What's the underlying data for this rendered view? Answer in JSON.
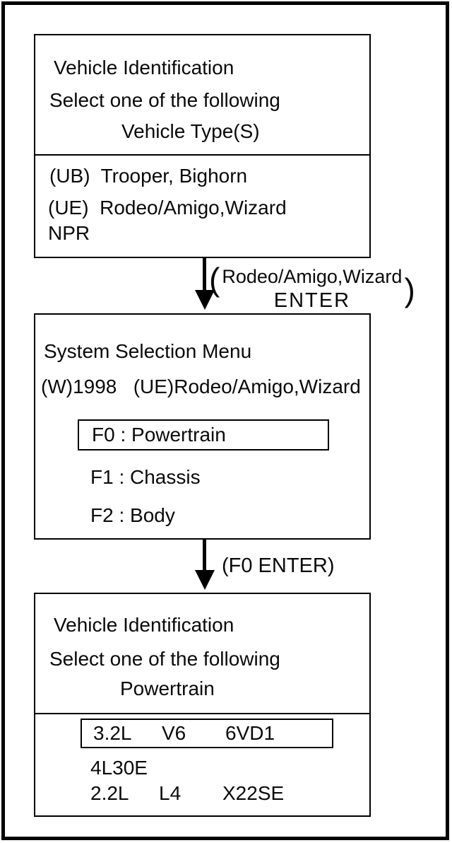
{
  "diagram": {
    "box1": {
      "title": "Vehicle Identification",
      "subtitle": "Select one of the following",
      "heading": "Vehicle Type(S)",
      "item1": "(UB)  Trooper, Bighorn",
      "item2": "(UE)  Rodeo/Amigo,Wizard",
      "item3": "NPR"
    },
    "arrow1": {
      "open_paren": "(",
      "line1": "Rodeo/Amigo,Wizard",
      "line2": "ENTER",
      "close_paren": ")"
    },
    "box2": {
      "title": "System Selection Menu",
      "subtitle": "(W)1998   (UE)Rodeo/Amigo,Wizard",
      "selected_item": "F0 : Powertrain",
      "item1": "F1 : Chassis",
      "item2": "F2 : Body"
    },
    "arrow2": {
      "label": "(F0 ENTER)"
    },
    "box3": {
      "title": "Vehicle Identification",
      "subtitle": "Select one of the following",
      "heading": "Powertrain",
      "selected_row": {
        "col1": "3.2L",
        "col2": "V6",
        "col3": "6VD1"
      },
      "row2": "4L30E",
      "row3": {
        "col1": "2.2L",
        "col2": "L4",
        "col3": "X22SE"
      }
    }
  }
}
